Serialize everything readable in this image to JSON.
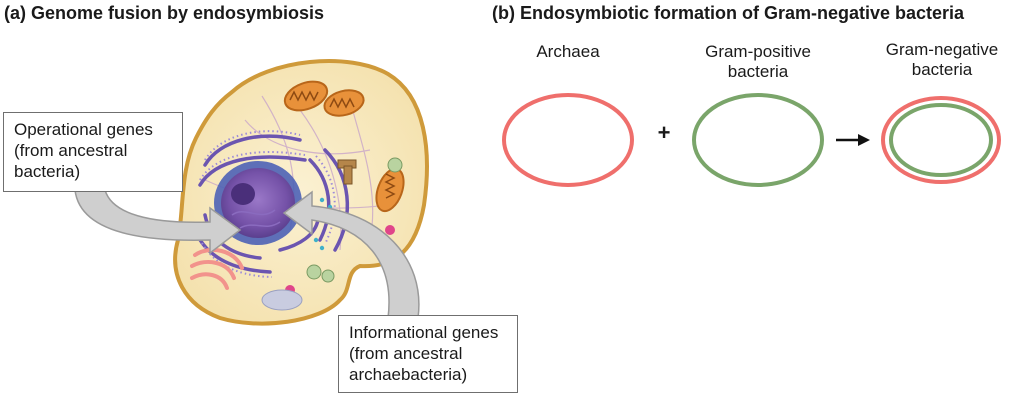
{
  "panel_a": {
    "title": "(a) Genome fusion by endosymbiosis",
    "callout_operational": [
      "Operational genes",
      "(from ancestral",
      "bacteria)"
    ],
    "callout_informational": [
      "Informational genes",
      "(from ancestral",
      "archaebacteria)"
    ]
  },
  "panel_b": {
    "title": "(b) Endosymbiotic formation of Gram-negative bacteria",
    "archaea_label": "Archaea",
    "gram_positive_label": [
      "Gram-positive",
      "bacteria"
    ],
    "gram_negative_label": [
      "Gram-negative",
      "bacteria"
    ],
    "plus_symbol": "+",
    "arrow_icon": "right-arrow-icon",
    "colors": {
      "archaea_membrane": "#ef6f6c",
      "gram_positive_membrane": "#7aa56a",
      "cell_fill": "#f8ecc4",
      "cell_membrane": "#d7a13f",
      "nucleus": "#6d4aa0",
      "mitochondria": "#e08a2c",
      "callout_arrow": "#c8c8c8"
    }
  }
}
